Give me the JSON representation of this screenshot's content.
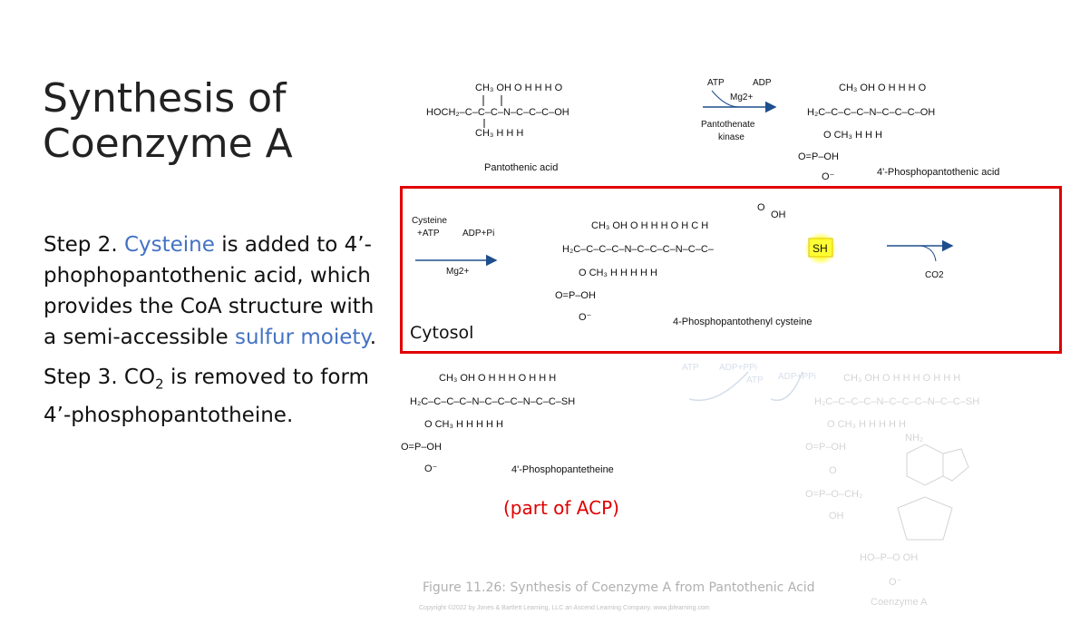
{
  "slide": {
    "title": "Synthesis of Coenzyme A",
    "step2": {
      "label": "Step 2",
      "text_a": ". ",
      "link1": "Cysteine",
      "text_b": " is added to 4’-phophopantothenic acid, which provides the CoA structure with a semi-accessible ",
      "link2": "sulfur moiety",
      "text_c": "."
    },
    "step3": {
      "label": "Step 3",
      "text_a": ". CO",
      "sub": "2",
      "text_b": " is removed to form 4’-phosphopantotheine."
    },
    "cytosol_label": "Cytosol",
    "acp_label": "(part of ACP)",
    "caption": "Figure 11.26: Synthesis of Coenzyme A from Pantothenic Acid",
    "copyright": "Copyright ©2022 by Jones & Bartlett Learning, LLC an Ascend Learning Company. www.jblearning.com"
  },
  "figure": {
    "molecules": {
      "pantothenic_acid": "Pantothenic acid",
      "phosphopantothenic_acid": "4'-Phosphopantothenic acid",
      "phosphopantothenyl_cysteine": "4-Phosphopantothenyl cysteine",
      "phosphopantetheine": "4'-Phosphopantetheine",
      "coenzyme_a": "Coenzyme A"
    },
    "reaction1": {
      "reagent": "ATP",
      "product": "ADP",
      "cofactor": "Mg2+",
      "enzyme_line1": "Pantothenate",
      "enzyme_line2": "kinase"
    },
    "reaction2": {
      "reagent_line1": "Cysteine",
      "reagent_line2": "+ATP",
      "product": "ADP+Pi",
      "cofactor": "Mg2+"
    },
    "reaction3": {
      "product": "CO2"
    },
    "reaction4": {
      "reagent1": "ATP",
      "product1": "ADP+PPi",
      "reagent2": "ATP",
      "product2": "ADP+PPi"
    },
    "highlight": "SH",
    "colors": {
      "arrow": "#1f4e8c",
      "highlight": "#ffff33",
      "box": "#e00000",
      "link": "#4472c4"
    }
  }
}
